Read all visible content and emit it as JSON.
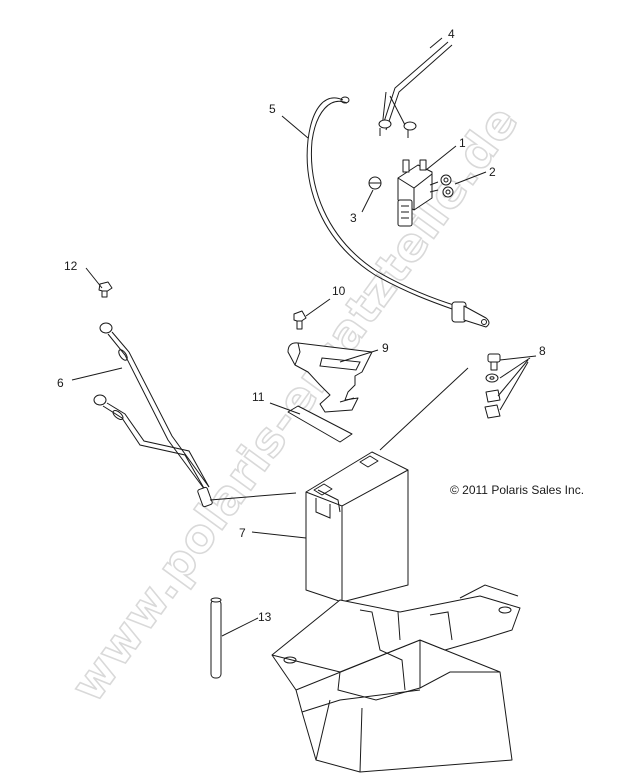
{
  "callouts": [
    {
      "id": "1",
      "text": "1"
    },
    {
      "id": "2",
      "text": "2"
    },
    {
      "id": "3",
      "text": "3"
    },
    {
      "id": "4",
      "text": "4"
    },
    {
      "id": "5",
      "text": "5"
    },
    {
      "id": "6",
      "text": "6"
    },
    {
      "id": "7",
      "text": "7"
    },
    {
      "id": "8",
      "text": "8"
    },
    {
      "id": "9",
      "text": "9"
    },
    {
      "id": "10",
      "text": "10"
    },
    {
      "id": "11",
      "text": "11"
    },
    {
      "id": "12",
      "text": "12"
    },
    {
      "id": "13",
      "text": "13"
    }
  ],
  "copyright": "© 2011 Polaris Sales Inc.",
  "watermark": "www.polaris-ersatzteile.de",
  "colors": {
    "line": "#1a1a1a",
    "watermark": "#d9d9d9",
    "background": "#ffffff"
  }
}
